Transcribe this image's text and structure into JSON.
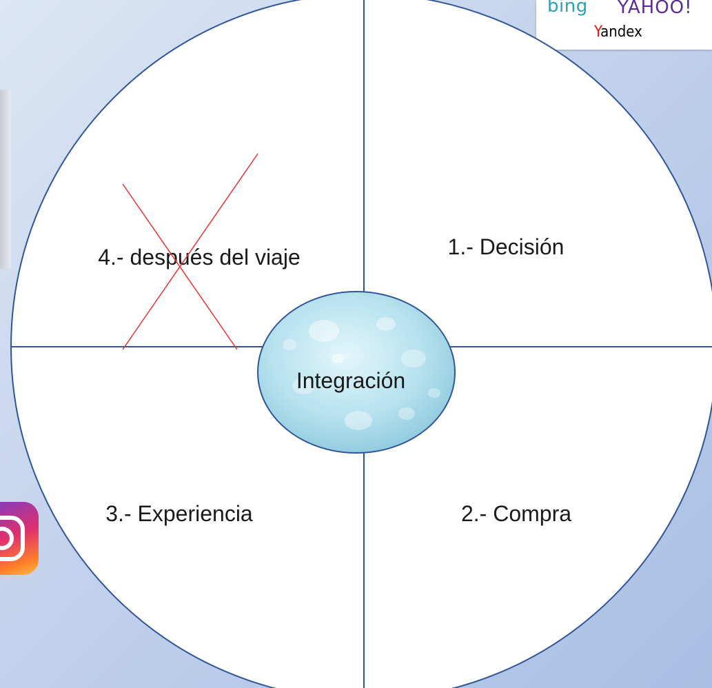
{
  "diagram": {
    "center_label": "Integración",
    "quadrants": [
      {
        "label": "1.- Decisión"
      },
      {
        "label": "2.- Compra"
      },
      {
        "label": "3.- Experiencia"
      },
      {
        "label": "4.- después del viaje",
        "crossed_out": true
      }
    ]
  },
  "logos": {
    "search_engines": {
      "bing": "bing",
      "yahoo": "YAHOO!",
      "yandex_first": "Y",
      "yandex_rest": "andex"
    },
    "left_images": [
      "partial-image",
      "instagram-logo"
    ]
  },
  "colors": {
    "circle_stroke": "#2f5597",
    "circle_fill": "#ffffff",
    "center_fill": "#b9e6f2",
    "cross": "#e83030"
  }
}
